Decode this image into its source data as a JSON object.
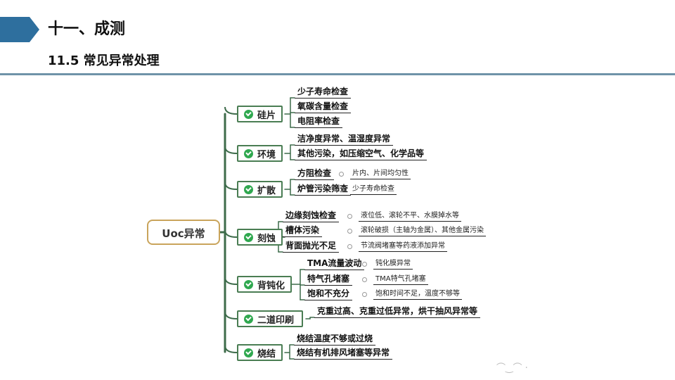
{
  "header": {
    "title": "十一、成测",
    "subtitle": "11.5 常见异常处理"
  },
  "mindmap": {
    "root": "Uoc异常",
    "branches": [
      {
        "label": "硅片",
        "items": [
          {
            "text": "少子寿命检查"
          },
          {
            "text": "氧碳含量检查"
          },
          {
            "text": "电阻率检查"
          }
        ]
      },
      {
        "label": "环境",
        "items": [
          {
            "text": "洁净度异常、温湿度异常"
          },
          {
            "text": "其他污染，如压缩空气、化学品等"
          }
        ]
      },
      {
        "label": "扩散",
        "items": [
          {
            "text": "方阻检查",
            "note": "片内、片间均匀性"
          },
          {
            "text": "炉管污染筛查",
            "note": "少子寿命检查"
          }
        ]
      },
      {
        "label": "刻蚀",
        "items": [
          {
            "text": "边缘刻蚀检查",
            "note": "液位低、滚轮不平、水膜掉水等"
          },
          {
            "text": "槽体污染",
            "note": "滚轮破损（主轴为金属）、其他金属污染"
          },
          {
            "text": "背面抛光不足",
            "note": "节流阀堵塞等药液添加异常"
          }
        ]
      },
      {
        "label": "背钝化",
        "items": [
          {
            "text": "TMA流量波动",
            "note": "钝化膜异常"
          },
          {
            "text": "特气孔堵塞",
            "note": "TMA特气孔堵塞"
          },
          {
            "text": "饱和不充分",
            "note": "饱和时间不足，温度不够等"
          }
        ]
      },
      {
        "label": "二道印刷",
        "items": [
          {
            "text": "克重过高、克重过低异常，烘干抽风异常等"
          }
        ]
      },
      {
        "label": "烧结",
        "items": [
          {
            "text": "烧结温度不够或过烧"
          },
          {
            "text": "烧结有机排风堵塞等异常"
          }
        ]
      }
    ]
  },
  "colors": {
    "header_arrow": "#2e6f9e",
    "header_rule": "#6f93a8",
    "root_border": "#c9a45b",
    "branch_border": "#4a7d53",
    "check_icon": "#2fa84f",
    "connector": "#3d6b4a"
  },
  "icons": {
    "branch_marker": "check-circle-icon"
  }
}
